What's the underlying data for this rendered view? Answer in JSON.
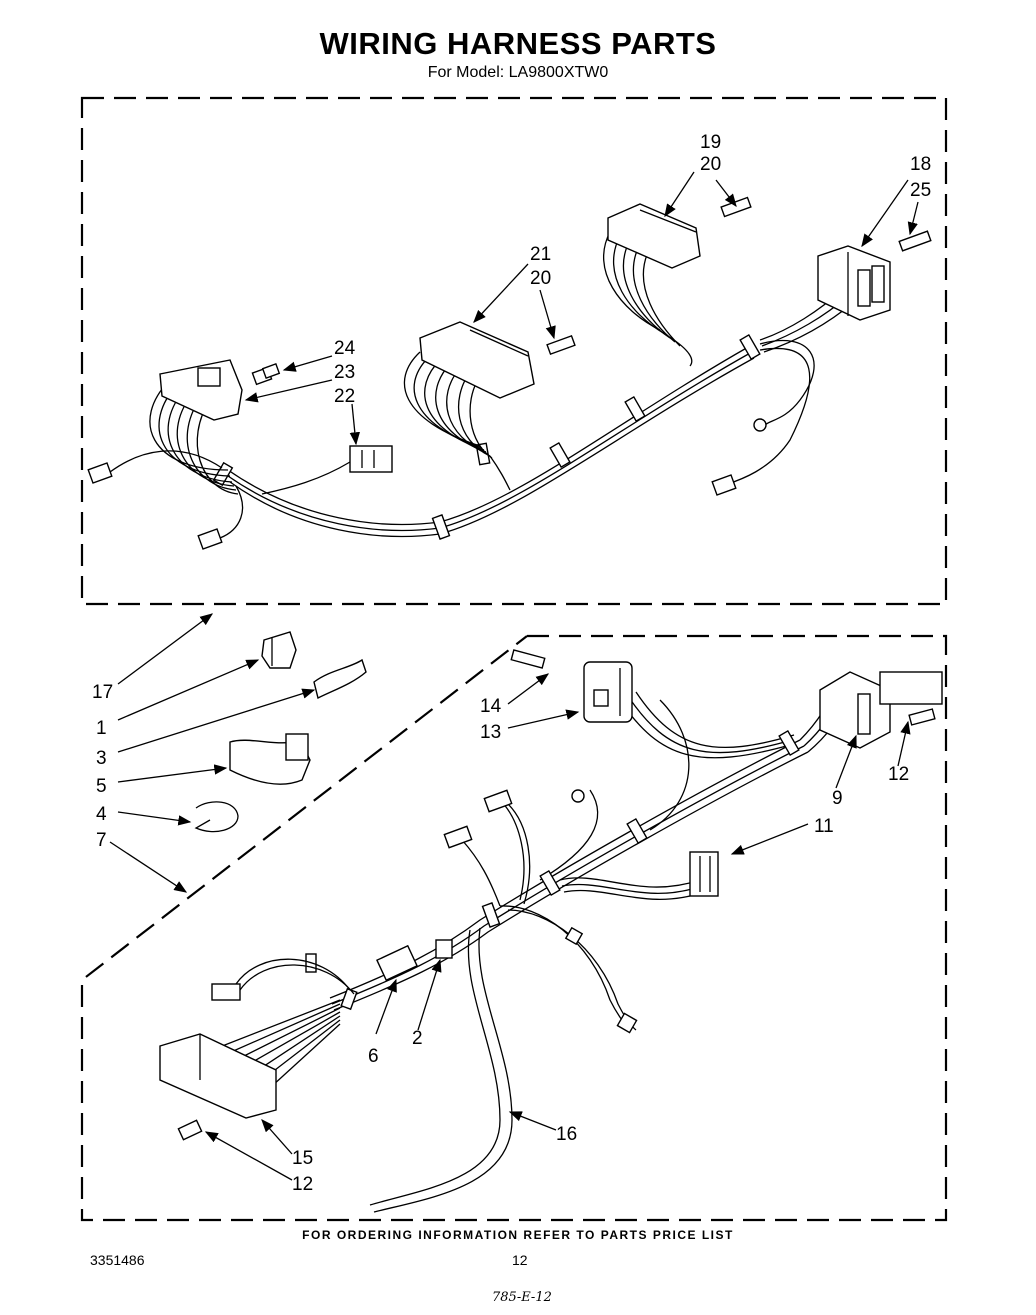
{
  "header": {
    "title": "WIRING HARNESS PARTS",
    "subtitle": "For Model: LA9800XTW0"
  },
  "callouts": {
    "c19": "19",
    "c20a": "20",
    "c18": "18",
    "c25": "25",
    "c21": "21",
    "c20b": "20",
    "c24": "24",
    "c23": "23",
    "c22": "22",
    "c17": "17",
    "c1": "1",
    "c3": "3",
    "c5": "5",
    "c4": "4",
    "c7": "7",
    "c14": "14",
    "c13": "13",
    "c12a": "12",
    "c9": "9",
    "c11": "11",
    "c6": "6",
    "c2": "2",
    "c16": "16",
    "c15": "15",
    "c12b": "12"
  },
  "footer": {
    "ordering_note": "FOR ORDERING INFORMATION REFER TO PARTS PRICE LIST",
    "doc_number": "3351486",
    "page_number": "12",
    "handwritten_note": "785-E-12"
  }
}
